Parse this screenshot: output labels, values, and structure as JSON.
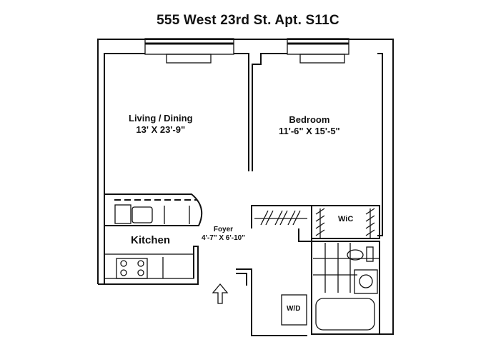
{
  "title": "555 West 23rd St. Apt. S11C",
  "rooms": {
    "living": {
      "name": "Living / Dining",
      "dims": "13' X 23'-9\""
    },
    "bedroom": {
      "name": "Bedroom",
      "dims": "11'-6\" X 15'-5\""
    },
    "kitchen": {
      "name": "Kitchen"
    },
    "foyer": {
      "name": "Foyer",
      "dims": "4'-7\" X 6'-10\""
    },
    "wic": {
      "name": "WiC"
    },
    "wd": {
      "name": "W/D"
    }
  },
  "icons": {
    "entry": "entry-arrow-icon"
  }
}
